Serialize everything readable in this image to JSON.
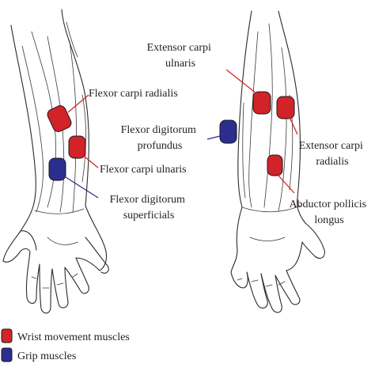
{
  "colors": {
    "wrist": "#d2232a",
    "grip": "#2b2e8f",
    "outline": "#2b2b2b",
    "text": "#231f20"
  },
  "labels": {
    "flexor_carpi_radialis": [
      "Flexor carpi radialis"
    ],
    "flexor_carpi_ulnaris": [
      "Flexor carpi ulnaris"
    ],
    "flexor_digitorum_superficials": [
      "Flexor digitorum",
      "superficials"
    ],
    "flexor_digitorum_profundus": [
      "Flexor digitorum",
      "profundus"
    ],
    "extensor_carpi_ulnaris": [
      "Extensor carpi",
      "ulnaris"
    ],
    "extensor_carpi_radialis": [
      "Extensor carpi",
      "radialis"
    ],
    "abductor_pollicis_longus": [
      "Abductor pollicis",
      "longus"
    ]
  },
  "legend": {
    "wrist": "Wrist movement muscles",
    "grip": "Grip muscles"
  },
  "icons": [
    "left-forearm-outline-icon",
    "right-forearm-outline-icon"
  ]
}
